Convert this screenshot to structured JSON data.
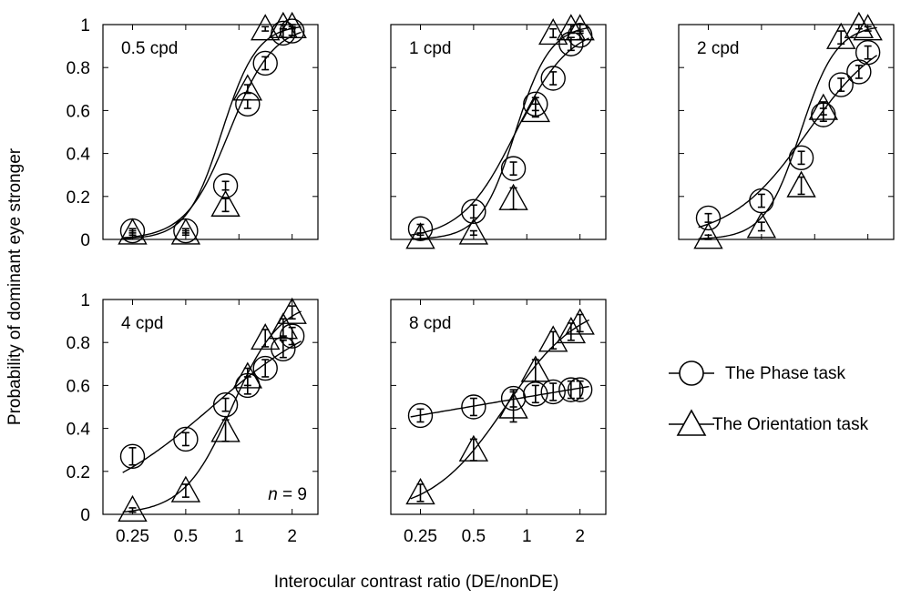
{
  "chart_data": {
    "type": "scatter",
    "ylabel": "Probability of dominant eye stronger",
    "xlabel": "Interocular contrast ratio (DE/nonDE)",
    "x_scale": "log",
    "x_ticks": [
      0.25,
      0.5,
      1,
      2
    ],
    "x_tick_labels": [
      "0.25",
      "0.5",
      "1",
      "2"
    ],
    "y_ticks": [
      0,
      0.2,
      0.4,
      0.6,
      0.8,
      1
    ],
    "y_tick_labels": [
      "0",
      "0.2",
      "0.4",
      "0.6",
      "0.8",
      "1"
    ],
    "ylim": [
      0,
      1
    ],
    "xlim": [
      0.17,
      2.8
    ],
    "legend": {
      "placement": "right",
      "entries": [
        {
          "name": "The Phase task",
          "marker": "circle"
        },
        {
          "name": "The Orientation task",
          "marker": "triangle"
        }
      ]
    },
    "annotation": {
      "italic": "n",
      "text": " = 9",
      "panel": "4 cpd"
    },
    "panels": [
      {
        "label": "0.5 cpd",
        "series": [
          {
            "name": "The Phase task",
            "marker": "circle",
            "x": [
              0.25,
              0.5,
              0.84,
              1.12,
              1.41,
              1.78,
              2.0
            ],
            "y": [
              0.04,
              0.04,
              0.25,
              0.63,
              0.82,
              0.96,
              0.97
            ],
            "err": [
              0.01,
              0.01,
              0.02,
              0.02,
              0.03,
              0.02,
              0.02
            ]
          },
          {
            "name": "The Orientation task",
            "marker": "triangle",
            "x": [
              0.25,
              0.5,
              0.84,
              1.12,
              1.41,
              1.78,
              2.0
            ],
            "y": [
              0.03,
              0.03,
              0.16,
              0.7,
              0.98,
              0.99,
              0.99
            ],
            "err": [
              0.01,
              0.01,
              0.03,
              0.02,
              0.01,
              0.01,
              0.01
            ]
          }
        ]
      },
      {
        "label": "1 cpd",
        "series": [
          {
            "name": "The Phase task",
            "marker": "circle",
            "x": [
              0.25,
              0.5,
              0.84,
              1.12,
              1.41,
              1.78,
              2.0
            ],
            "y": [
              0.05,
              0.13,
              0.33,
              0.63,
              0.75,
              0.91,
              0.95
            ],
            "err": [
              0.02,
              0.03,
              0.03,
              0.03,
              0.03,
              0.03,
              0.02
            ]
          },
          {
            "name": "The Orientation task",
            "marker": "triangle",
            "x": [
              0.25,
              0.5,
              0.84,
              1.12,
              1.41,
              1.78,
              2.0
            ],
            "y": [
              0.01,
              0.03,
              0.19,
              0.6,
              0.96,
              0.98,
              0.98
            ],
            "err": [
              0.01,
              0.01,
              0.05,
              0.03,
              0.02,
              0.02,
              0.02
            ]
          }
        ]
      },
      {
        "label": "2 cpd",
        "series": [
          {
            "name": "The Phase task",
            "marker": "circle",
            "x": [
              0.25,
              0.5,
              0.84,
              1.12,
              1.41,
              1.78,
              2.0
            ],
            "y": [
              0.1,
              0.18,
              0.38,
              0.58,
              0.72,
              0.78,
              0.87
            ],
            "err": [
              0.02,
              0.03,
              0.03,
              0.03,
              0.03,
              0.03,
              0.03
            ]
          },
          {
            "name": "The Orientation task",
            "marker": "triangle",
            "x": [
              0.25,
              0.5,
              0.84,
              1.12,
              1.41,
              1.78,
              2.0
            ],
            "y": [
              0.01,
              0.06,
              0.25,
              0.61,
              0.94,
              0.99,
              0.98
            ],
            "err": [
              0.01,
              0.02,
              0.04,
              0.03,
              0.03,
              0.01,
              0.01
            ]
          }
        ]
      },
      {
        "label": "4 cpd",
        "series": [
          {
            "name": "The Phase task",
            "marker": "circle",
            "x": [
              0.25,
              0.5,
              0.84,
              1.12,
              1.41,
              1.78,
              2.0
            ],
            "y": [
              0.27,
              0.35,
              0.51,
              0.6,
              0.68,
              0.77,
              0.83
            ],
            "err": [
              0.04,
              0.03,
              0.03,
              0.04,
              0.04,
              0.04,
              0.04
            ]
          },
          {
            "name": "The Orientation task",
            "marker": "triangle",
            "x": [
              0.25,
              0.5,
              0.84,
              1.12,
              1.41,
              1.78,
              2.0
            ],
            "y": [
              0.02,
              0.11,
              0.39,
              0.64,
              0.82,
              0.87,
              0.94
            ],
            "err": [
              0.01,
              0.03,
              0.05,
              0.04,
              0.04,
              0.04,
              0.03
            ]
          }
        ]
      },
      {
        "label": "8 cpd",
        "series": [
          {
            "name": "The Phase task",
            "marker": "circle",
            "x": [
              0.25,
              0.5,
              0.84,
              1.12,
              1.41,
              1.78,
              2.0
            ],
            "y": [
              0.46,
              0.5,
              0.54,
              0.56,
              0.57,
              0.58,
              0.58
            ],
            "err": [
              0.03,
              0.04,
              0.04,
              0.04,
              0.04,
              0.04,
              0.04
            ]
          },
          {
            "name": "The Orientation task",
            "marker": "triangle",
            "x": [
              0.25,
              0.5,
              0.84,
              1.12,
              1.41,
              1.78,
              2.0
            ],
            "y": [
              0.1,
              0.3,
              0.5,
              0.67,
              0.81,
              0.85,
              0.89
            ],
            "err": [
              0.04,
              0.05,
              0.07,
              0.05,
              0.04,
              0.04,
              0.04
            ]
          }
        ]
      }
    ]
  }
}
